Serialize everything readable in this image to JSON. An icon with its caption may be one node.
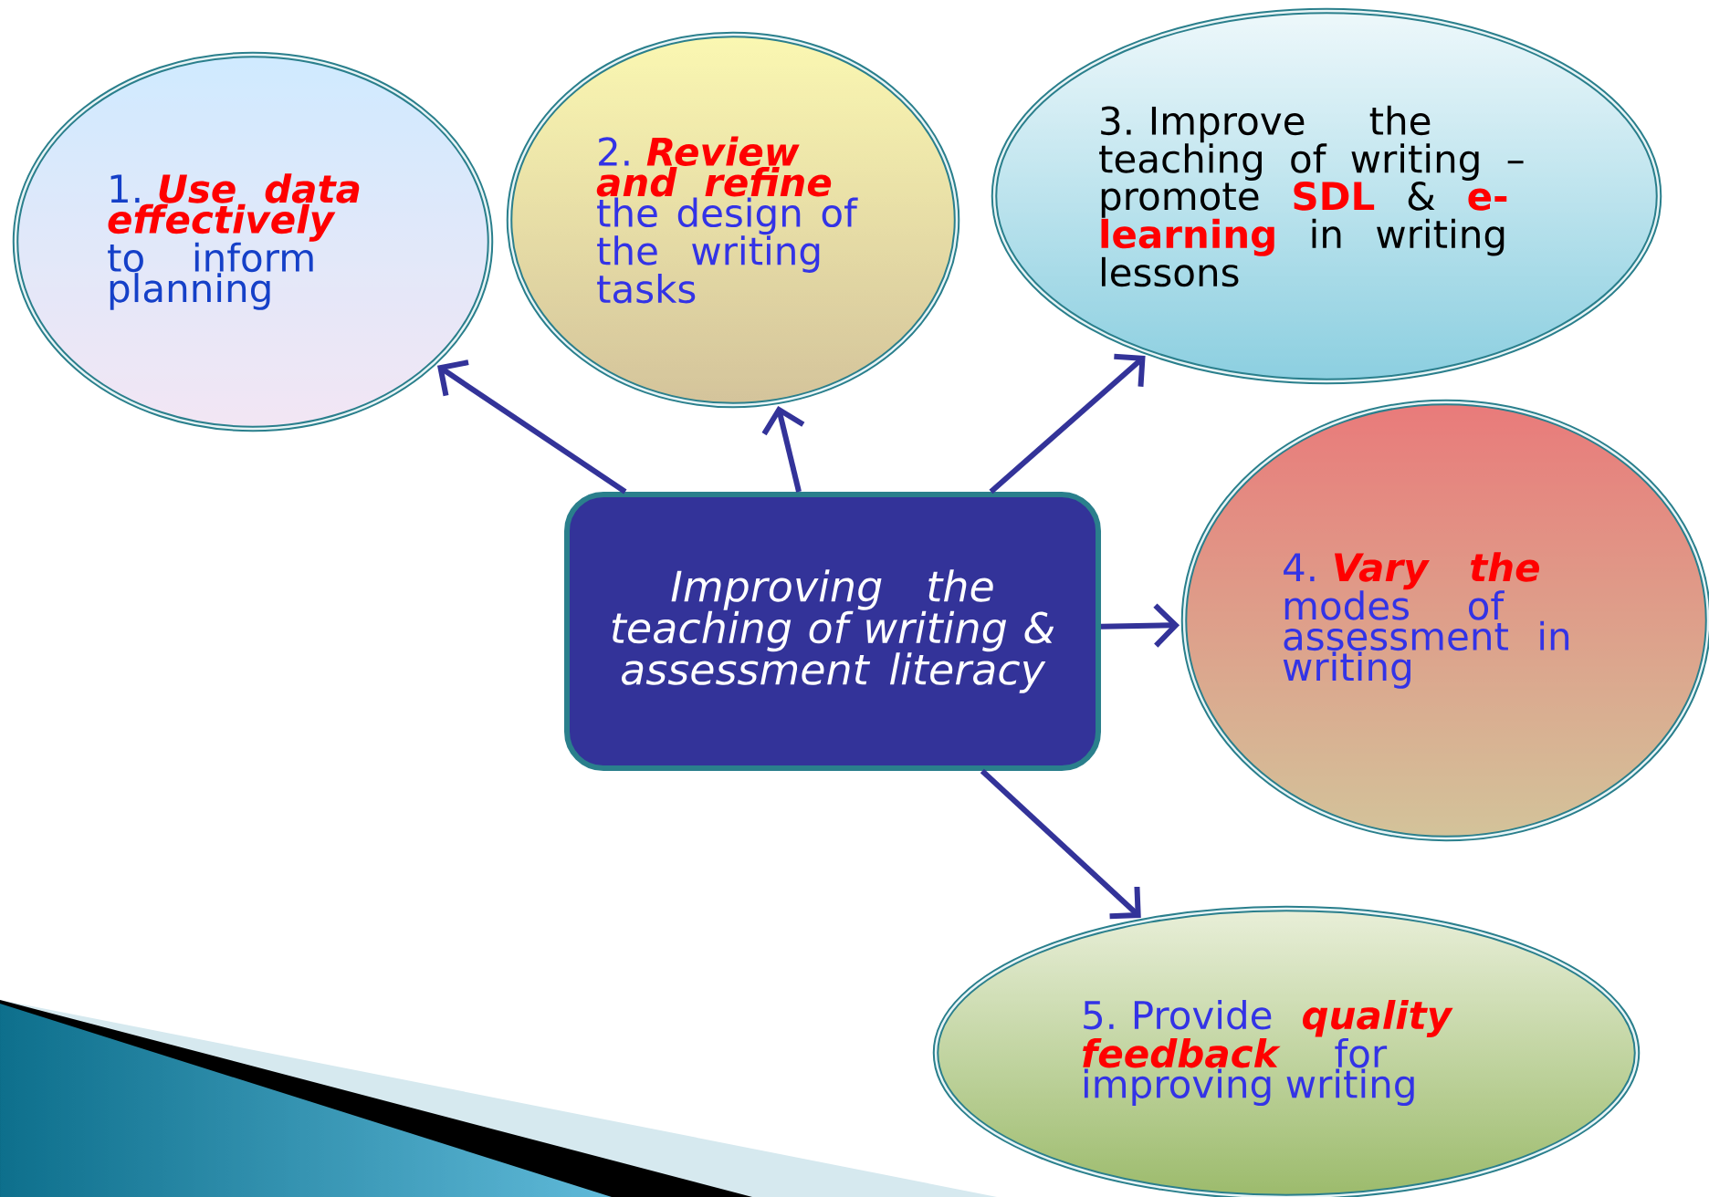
{
  "diagram": {
    "nodes": [
      {
        "text": [
          "Improving the teaching of writing & assessment literacy"
        ]
      },
      {
        "text": [
          "1.",
          "Use data effectively",
          "to inform planning"
        ]
      },
      {
        "text": [
          "2.",
          "Review and refine",
          "the design of the writing tasks"
        ]
      },
      {
        "text": [
          "3.",
          "Improve the teaching of writing – promote",
          "SDL",
          "&",
          "e-learning",
          "in writing lessons"
        ]
      },
      {
        "text": [
          "4.",
          "Vary the",
          "modes of assessment",
          "in writing"
        ]
      },
      {
        "text": [
          "5.",
          "Provide",
          "quality feedback",
          "for improving writing"
        ]
      }
    ],
    "edges": [
      {
        "from": 0,
        "to": 1,
        "arrow": "to"
      },
      {
        "from": 0,
        "to": 2,
        "arrow": "to"
      },
      {
        "from": 0,
        "to": 3,
        "arrow": "to"
      },
      {
        "from": 0,
        "to": 4,
        "arrow": "to"
      },
      {
        "from": 0,
        "to": 5,
        "arrow": "to"
      }
    ]
  }
}
